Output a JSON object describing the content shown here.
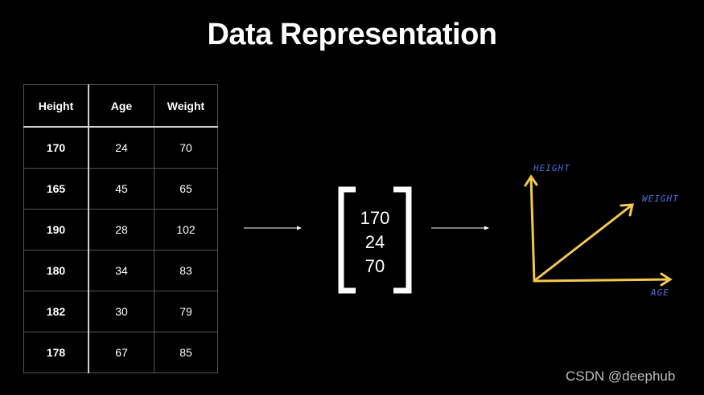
{
  "title": "Data Representation",
  "table": {
    "headers": [
      "Height",
      "Age",
      "Weight"
    ],
    "rows": [
      [
        "170",
        "24",
        "70"
      ],
      [
        "165",
        "45",
        "65"
      ],
      [
        "190",
        "28",
        "102"
      ],
      [
        "180",
        "34",
        "83"
      ],
      [
        "182",
        "30",
        "79"
      ],
      [
        "178",
        "67",
        "85"
      ]
    ]
  },
  "vector": {
    "values": [
      "170",
      "24",
      "70"
    ]
  },
  "axes": {
    "height": "HEIGHT",
    "weight": "WEIGHT",
    "age": "AGE"
  },
  "colors": {
    "axis": "#f2c94c",
    "axis_label": "#4d6fe0",
    "background": "#000000"
  },
  "watermark": "CSDN @deephub"
}
